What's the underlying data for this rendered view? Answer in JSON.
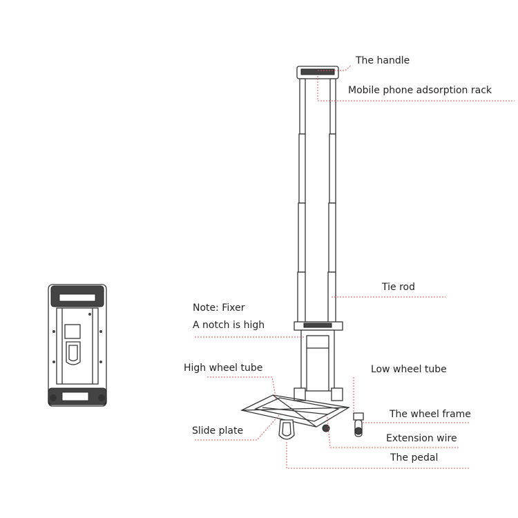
{
  "labels": {
    "handle": "The handle",
    "phone_rack": "Mobile phone adsorption rack",
    "tie_rod": "Tie rod",
    "note_fixer": "Note: Fixer",
    "notch_high": "A notch is high",
    "high_wheel_tube": "High wheel tube",
    "low_wheel_tube": "Low wheel tube",
    "wheel_frame": "The wheel frame",
    "slide_plate": "Slide plate",
    "extension_wire": "Extension wire",
    "pedal": "The pedal"
  },
  "colors": {
    "leader": "#e05050",
    "line": "#333333"
  }
}
